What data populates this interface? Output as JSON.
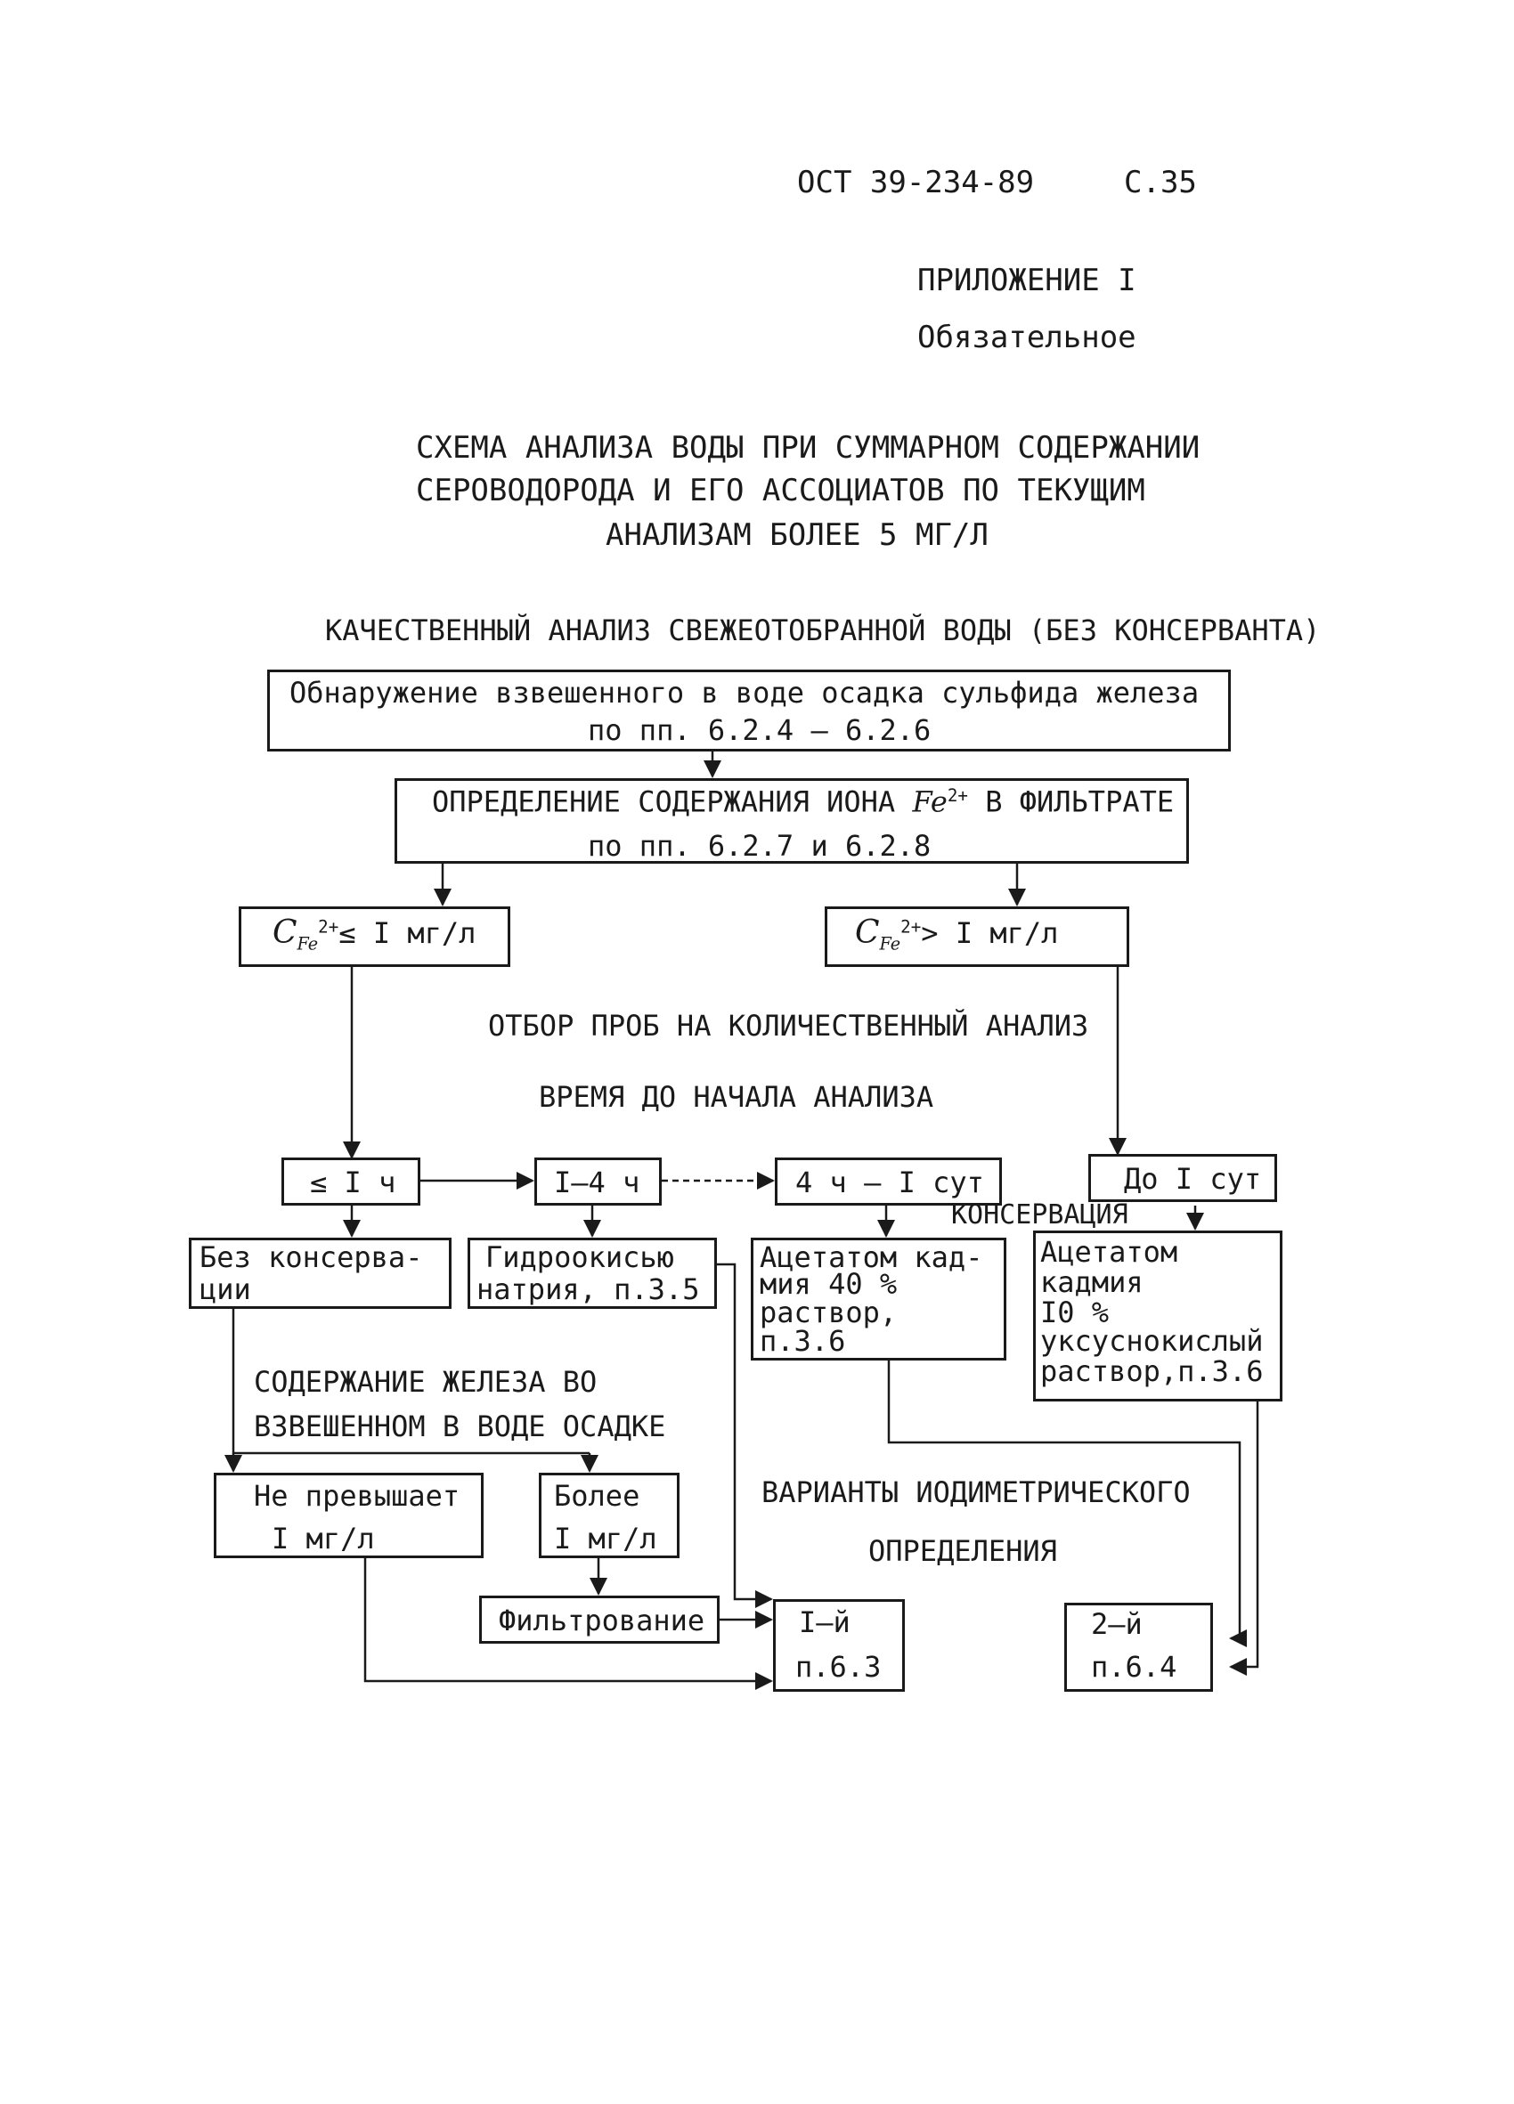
{
  "header": {
    "doc_number": "ОСТ 39-234-89",
    "page": "С.35",
    "appendix": "ПРИЛОЖЕНИЕ I",
    "status": "Обязательное"
  },
  "title": {
    "line1": "СХЕМА АНАЛИЗА ВОДЫ ПРИ СУММАРНОМ СОДЕРЖАНИИ",
    "line2": "СЕРОВОДОРОДА И ЕГО АССОЦИАТОВ ПО ТЕКУЩИМ",
    "line3": "АНАЛИЗАМ БОЛЕЕ 5 МГ/Л"
  },
  "labels": {
    "qualitative": "КАЧЕСТВЕННЫЙ АНАЛИЗ СВЕЖЕОТОБРАННОЙ ВОДЫ (БЕЗ КОНСЕРВАНТА)",
    "sampling": "ОТБОР ПРОБ НА КОЛИЧЕСТВЕННЫЙ АНАЛИЗ",
    "time_to_start": "ВРЕМЯ ДО НАЧАЛА АНАЛИЗА",
    "conservation": "КОНСЕРВАЦИЯ",
    "iron_line1": "СОДЕРЖАНИЕ ЖЕЛЕЗА ВО",
    "iron_line2": "ВЗВЕШЕННОМ В ВОДЕ ОСАДКЕ",
    "variants_line1": "ВАРИАНТЫ ИОДИМЕТРИЧЕСКОГО",
    "variants_line2": "ОПРЕДЕЛЕНИЯ"
  },
  "boxes": {
    "detect_line1": "Обнаружение взвешенного в воде осадка сульфида железа",
    "detect_line2": "по пп. 6.2.4 – 6.2.6",
    "fe_pre": "ОПРЕДЕЛЕНИЕ СОДЕРЖАНИЯ ИОНА ",
    "fe_ion": "Fe",
    "fe_charge": "2+",
    "fe_post": " В ФИЛЬТРАТЕ",
    "fe_ref": "по пп. 6.2.7 и 6.2.8",
    "cond_c": "C",
    "cond_sub": "Fe",
    "cond_charge": "2+",
    "cond_le": "≤ I мг/л",
    "cond_gt": "> I мг/л",
    "t1": "≤ I ч",
    "t2": "I–4 ч",
    "t3": "4 ч – I сут",
    "t4": "До I сут",
    "noc_line1": "Без консерва-",
    "noc_line2": "ции",
    "naoh_line1": "Гидроокисью",
    "naoh_line2": "натрия, п.3.5",
    "cd40_line1": "Ацетатом кад-",
    "cd40_line2": "мия 40 %",
    "cd40_line3": "раствор,",
    "cd40_line4": "п.3.6",
    "cd10_line1": "Ацетатом",
    "cd10_line2": "кадмия",
    "cd10_line3": "I0 %",
    "cd10_line4": "уксуснокислый",
    "cd10_line5": "раствор,п.3.6",
    "notexc_line1": "Не превышает",
    "notexc_line2": "I мг/л",
    "more_line1": "Более",
    "more_line2": "I мг/л",
    "filter": "Фильтрование",
    "v1_line1": "I–й",
    "v1_line2": "п.6.3",
    "v2_line1": "2–й",
    "v2_line2": "п.6.4"
  },
  "colors": {
    "ink": "#1a1a1a",
    "paper": "#ffffff"
  }
}
